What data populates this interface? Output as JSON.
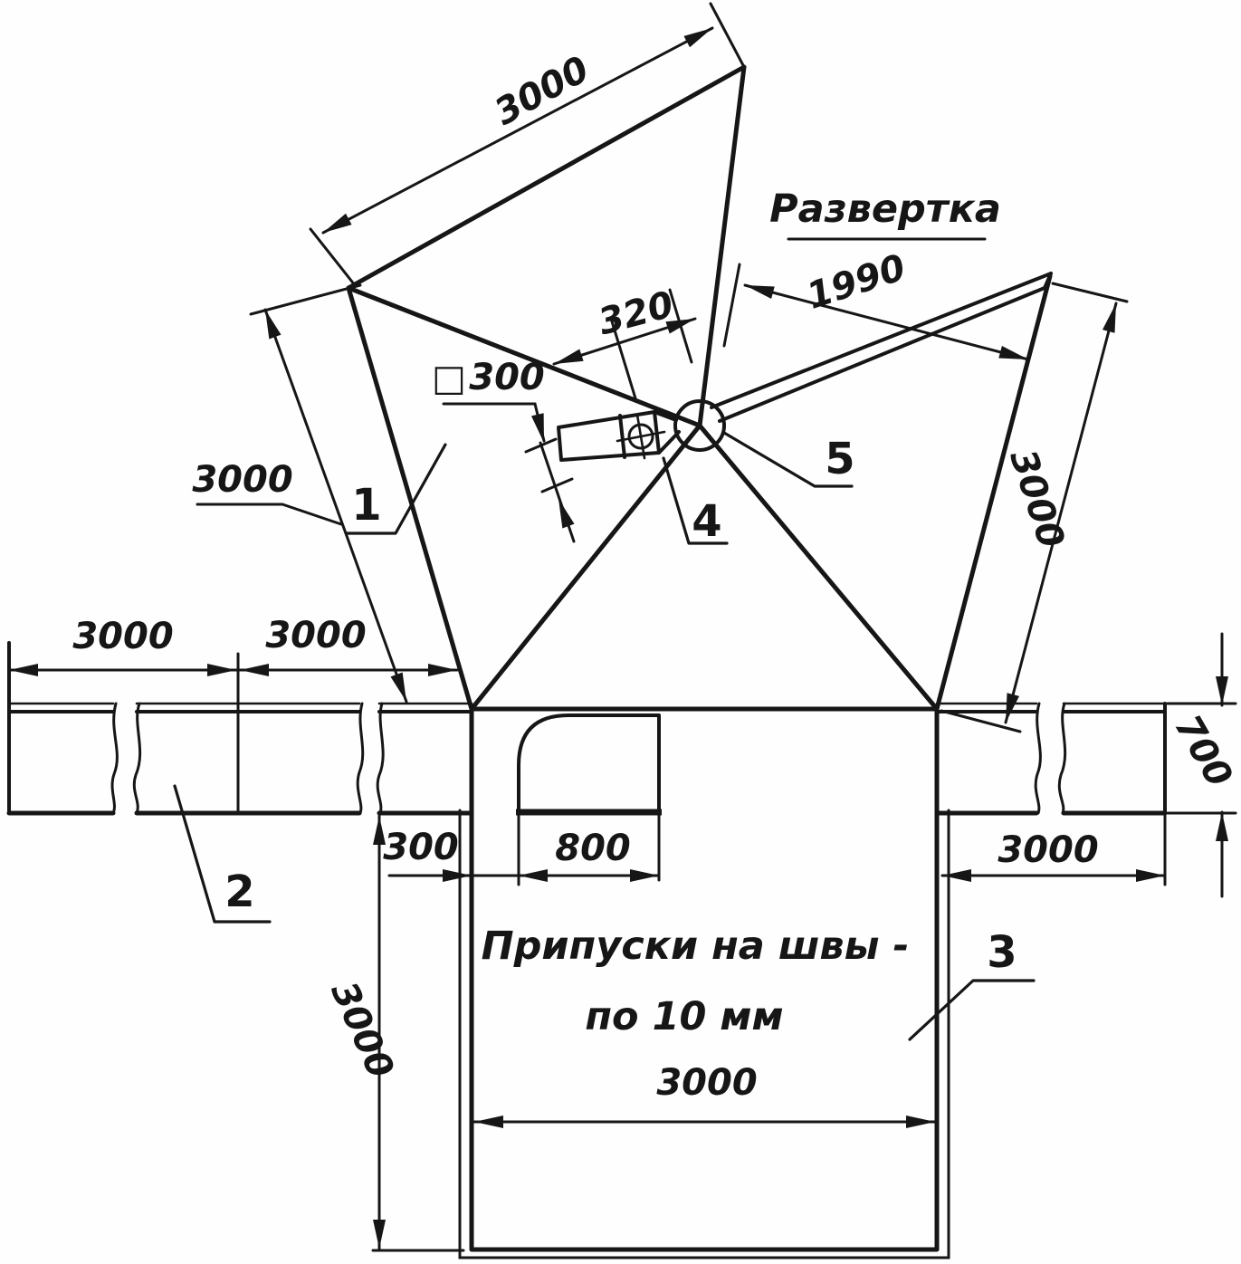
{
  "canvas": {
    "background": "#fefefe",
    "ink": "#161616"
  },
  "title": {
    "text": "Развертка"
  },
  "notes": {
    "seam_line1": "Припуски на швы -",
    "seam_line2": "по 10 мм"
  },
  "dims": {
    "top_edge": "3000",
    "left_edge_label": "3000",
    "left_strip_a": "3000",
    "left_strip_b": "3000",
    "door_offset": "300",
    "door_width": "800",
    "back_height": "3000",
    "back_width": "3000",
    "right_strip": "3000",
    "strip_height": "700",
    "right_edge": "3000",
    "ridge_length": "1990",
    "flap_offset": "320",
    "flap_square": "300",
    "square_symbol": "□"
  },
  "parts": {
    "side_panel": "1",
    "valance_strip": "2",
    "back_panel": "3",
    "vent_flap": "4",
    "apex_ring": "5"
  }
}
